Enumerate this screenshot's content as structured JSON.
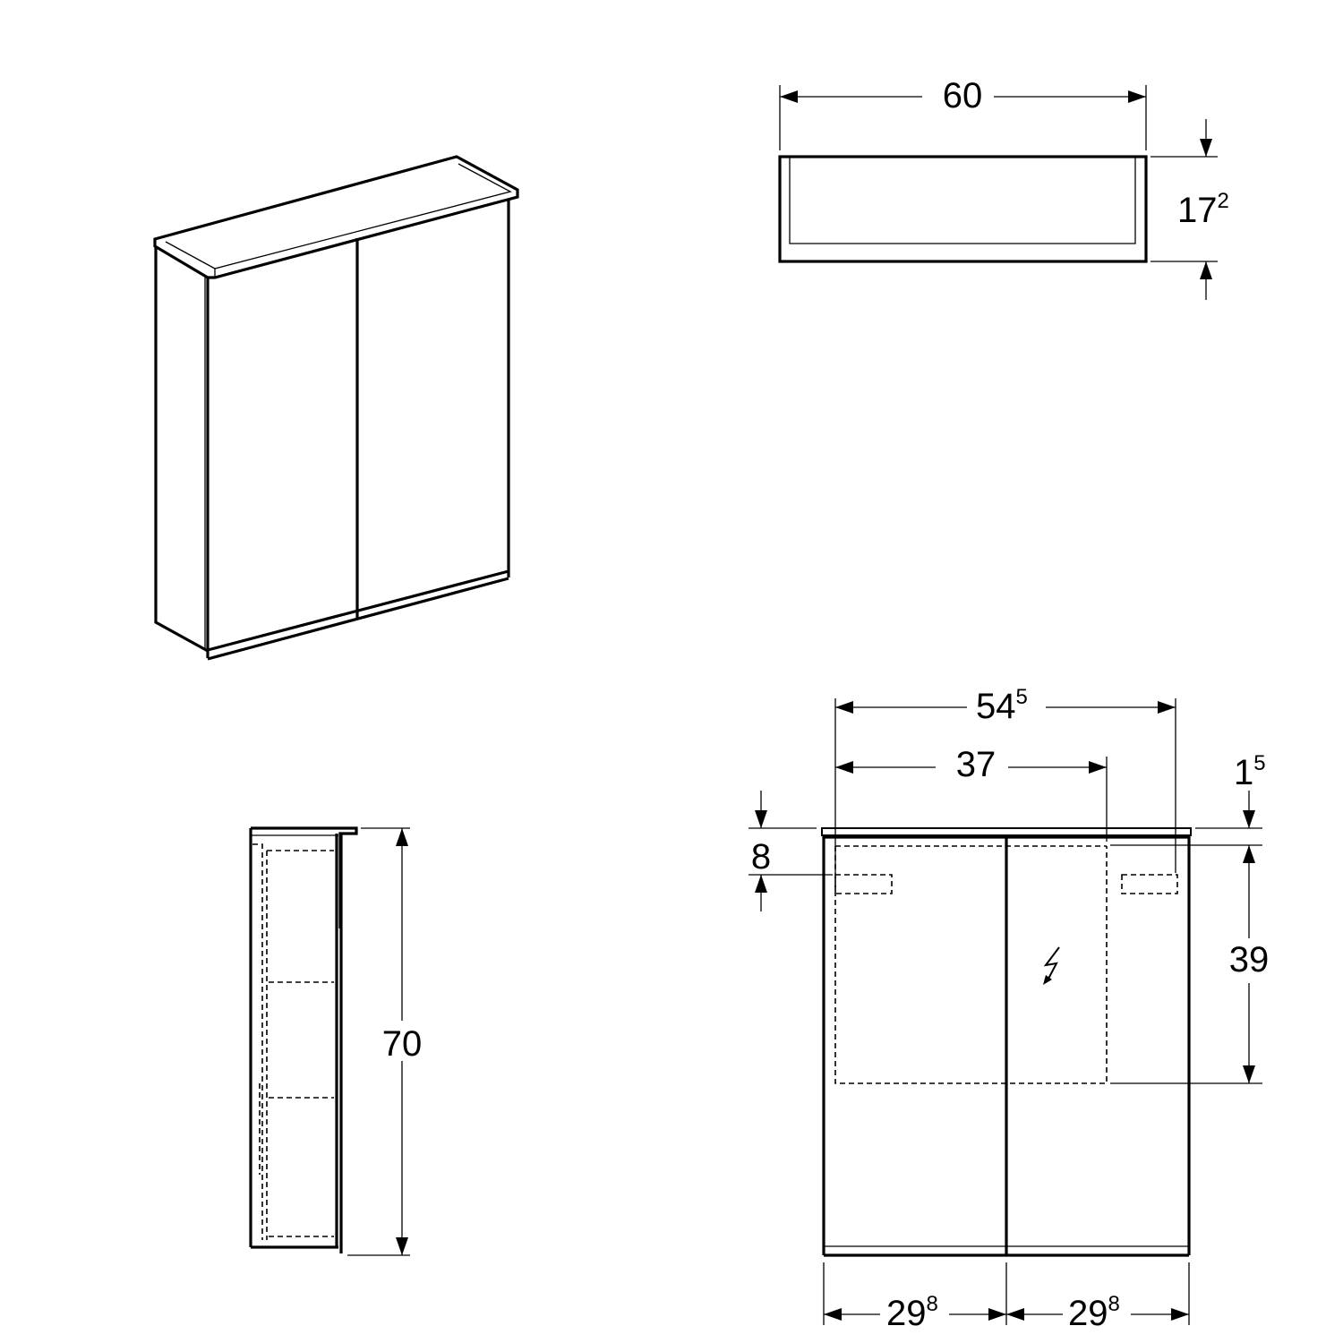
{
  "drawing": {
    "subject": "Two-door mirror cabinet technical drawing",
    "views": {
      "isometric": {
        "label": "perspective-view"
      },
      "top": {
        "width": {
          "main": "60",
          "sup": ""
        },
        "depth": {
          "main": "17",
          "sup": "2"
        }
      },
      "side": {
        "height": {
          "main": "70",
          "sup": ""
        }
      },
      "front": {
        "overall_inner": {
          "main": "54",
          "sup": "5"
        },
        "socket_offset": {
          "main": "37",
          "sup": ""
        },
        "top_offset": {
          "main": "8",
          "sup": ""
        },
        "top_lip": {
          "main": "1",
          "sup": "5"
        },
        "mount_height": {
          "main": "39",
          "sup": ""
        },
        "door_left": {
          "main": "29",
          "sup": "8"
        },
        "door_right": {
          "main": "29",
          "sup": "8"
        },
        "power_symbol": "electrical-connection-icon"
      }
    },
    "colors": {
      "line": "#000000",
      "background": "#ffffff"
    }
  }
}
